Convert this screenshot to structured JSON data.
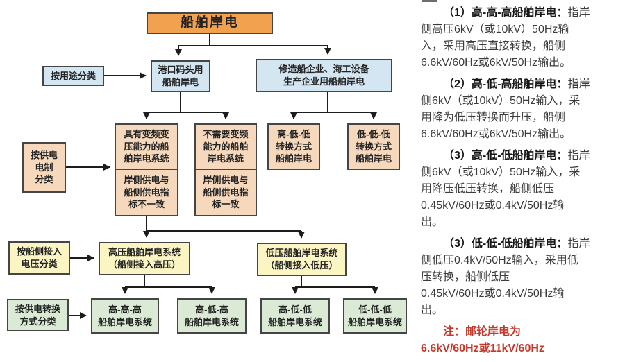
{
  "flowchart": {
    "nodes": {
      "root": {
        "label": "船舶岸电"
      },
      "cat_usage": {
        "label": "按用途分类"
      },
      "port": {
        "label": "港口码头用\n船舶岸电"
      },
      "shipyard": {
        "label": "修造船企业、海工设备\n生产企业用船舶岸电"
      },
      "cat_system": {
        "label": "按供电\n电制\n分类"
      },
      "vfc_top": {
        "label": "具有变频变\n压能力的船\n舶岸电系统"
      },
      "vfc_bottom": {
        "label": "岸侧供电与\n船侧供电指\n标不一致"
      },
      "novfc_top": {
        "label": "不需要变频\n能力的船舶\n岸电系统"
      },
      "novfc_bottom": {
        "label": "岸侧供电与\n船侧供电指\n标一致"
      },
      "hll_conv": {
        "label": "高-低-低\n转换方式\n船舶岸电"
      },
      "lll_conv": {
        "label": "低-低-低\n转换方式\n船舶岸电"
      },
      "cat_voltage": {
        "label": "按船侧接入\n电压分类"
      },
      "hv_system": {
        "label": "高压船舶岸电系统\n（船侧接入高压）"
      },
      "lv_system": {
        "label": "低压船舶岸电系统\n（船侧接入低压）"
      },
      "cat_conversion": {
        "label": "按供电转换\n方式分类"
      },
      "hhh": {
        "label": "高-高-高\n船舶岸电系统"
      },
      "hlh": {
        "label": "高-低-高\n船舶岸电系统"
      },
      "hll": {
        "label": "高-低-低\n船舶岸电系统"
      },
      "lll": {
        "label": "低-低-低\n船舶岸电系统"
      }
    },
    "palette": {
      "title_orange": "#F2A14F",
      "usage_blue": "#D4E6F2",
      "system_peach": "#F6D9BC",
      "voltage_yellow": "#FBF5C3",
      "conversion_green": "#DAEAD5",
      "border": "#454545",
      "note_red": "#C4392C"
    }
  },
  "panel": {
    "paragraphs": [
      {
        "heading": "（1）高-高-高船舶岸电：",
        "body": "指岸\n侧高压6kV（或10kV）50Hz输\n入，采用高压直接转换，船侧\n6.6kV/60Hz或6kV/50Hz输出。"
      },
      {
        "heading": "（2）高-低-高船舶岸电：",
        "body": "指岸\n侧6kV（或10kV）50Hz输入，采\n用降为低压转换而升压，船侧\n6.6kV/60Hz或6kV/50Hz输出。"
      },
      {
        "heading": "（3）高-低-低船舶岸电：",
        "body": "指岸\n侧6kV（或10kV）50Hz输入，采\n用降压低压转换，船侧低压\n0.45kV/60Hz或0.4kV/50Hz输\n出。"
      },
      {
        "heading": "（3）低-低-低船舶岸电：",
        "body": "指岸\n侧低压0.4kV/50Hz输入，采用低\n压转换，船侧低压\n0.45kV/60Hz或0.4kV/50Hz输\n出。"
      }
    ],
    "note": {
      "text": "注：邮轮岸电为\n6.6kV/60Hz或11kV/60Hz"
    }
  }
}
